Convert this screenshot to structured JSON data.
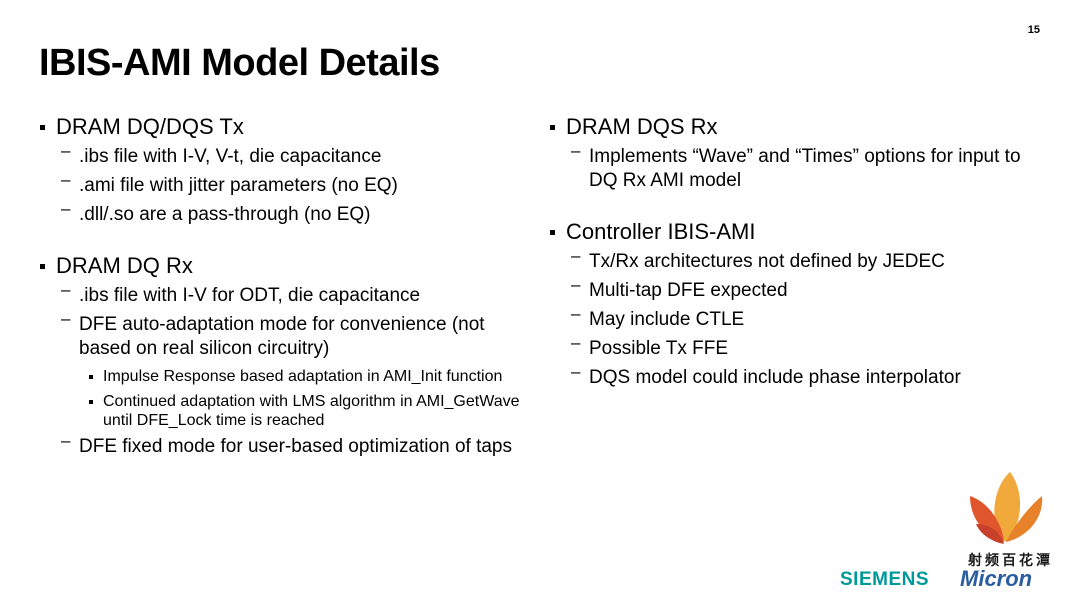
{
  "slide": {
    "page_number": "15",
    "title": "IBIS-AMI Model Details"
  },
  "left_column": [
    {
      "heading": "DRAM DQ/DQS Tx",
      "items": [
        {
          "text": ".ibs file with I-V, V-t, die capacitance"
        },
        {
          "text": ".ami file with jitter parameters (no EQ)"
        },
        {
          "text": ".dll/.so are a pass-through (no EQ)"
        }
      ]
    },
    {
      "heading": "DRAM DQ Rx",
      "items": [
        {
          "text": ".ibs file with I-V for ODT, die capacitance"
        },
        {
          "text": "DFE auto-adaptation mode for convenience (not based on real silicon circuitry)",
          "subitems": [
            "Impulse Response based adaptation in AMI_Init function",
            "Continued adaptation with LMS algorithm in AMI_GetWave until DFE_Lock time is reached"
          ]
        },
        {
          "text": "DFE fixed mode for user-based optimization of taps"
        }
      ]
    }
  ],
  "right_column": [
    {
      "heading": "DRAM DQS Rx",
      "items": [
        {
          "text": "Implements “Wave” and “Times” options for input to DQ Rx AMI model"
        }
      ]
    },
    {
      "heading": "Controller IBIS-AMI",
      "items": [
        {
          "text": "Tx/Rx architectures not defined by JEDEC"
        },
        {
          "text": "Multi-tap DFE expected"
        },
        {
          "text": "May include CTLE"
        },
        {
          "text": "Possible Tx FFE"
        },
        {
          "text": "DQS model could include phase interpolator"
        }
      ]
    }
  ],
  "logos": {
    "cjk_label": "射频百花潭",
    "siemens": "SIEMENS",
    "micron": "Micron",
    "siemens_color": "#009999",
    "micron_color": "#2a5d9f",
    "flower_colors": [
      "#f2a93b",
      "#e8822a",
      "#e0562c",
      "#c8402a"
    ]
  }
}
